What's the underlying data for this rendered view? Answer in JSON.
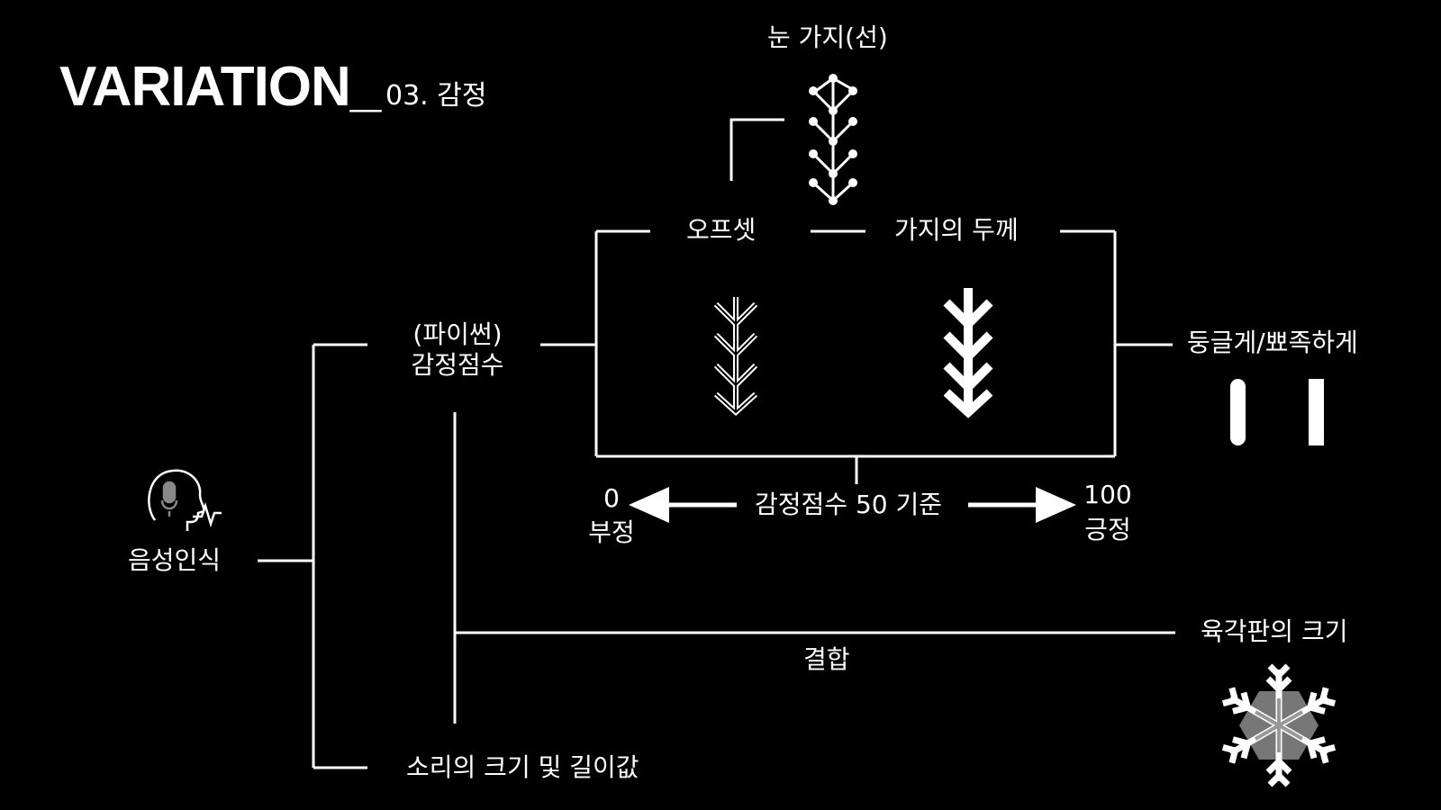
{
  "title": {
    "main": "VARIATION_",
    "sub": "03. 감정"
  },
  "nodes": {
    "speech_recognition": "음성인식",
    "emotion_score": {
      "line1": "(파이썬)",
      "line2": "감정점수"
    },
    "sound_volume_length": "소리의 크기 및 길이값",
    "branch_line": "눈 가지(선)",
    "offset": "오프셋",
    "branch_thickness": "가지의 두께",
    "round_sharp": "둥글게/뾰족하게",
    "hexagon_size": "육각판의 크기",
    "combine": "결합"
  },
  "scale": {
    "min_value": "0",
    "min_label": "부정",
    "center": "감정점수 50 기준",
    "max_value": "100",
    "max_label": "긍정"
  },
  "icons": [
    "voice-recognition-icon",
    "snow-branch-line-icon",
    "offset-arrow-icon",
    "thick-arrow-icon",
    "round-bar-icon",
    "sharp-bar-icon",
    "snowflake-icon"
  ]
}
